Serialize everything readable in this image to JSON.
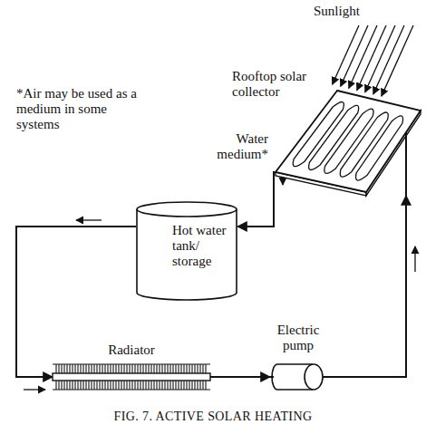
{
  "diagram": {
    "caption": "FIG. 7. ACTIVE SOLAR HEATING",
    "nodes": [
      {
        "text": [
          "Rooftop solar collector"
        ]
      },
      {
        "text": [
          "Hot water tank/ storage"
        ]
      },
      {
        "text": [
          "Radiator"
        ]
      },
      {
        "text": [
          "Electric pump"
        ]
      }
    ],
    "edges": [
      {
        "from": 0,
        "to": 1,
        "arrow": "to"
      },
      {
        "from": 1,
        "to": 2,
        "arrow": "to"
      },
      {
        "from": 2,
        "to": 3,
        "arrow": "to"
      },
      {
        "from": 3,
        "to": 0,
        "arrow": "to"
      }
    ],
    "labels": [
      "Sunlight",
      "*Air may be used as a medium in some systems",
      "Water medium*"
    ]
  }
}
